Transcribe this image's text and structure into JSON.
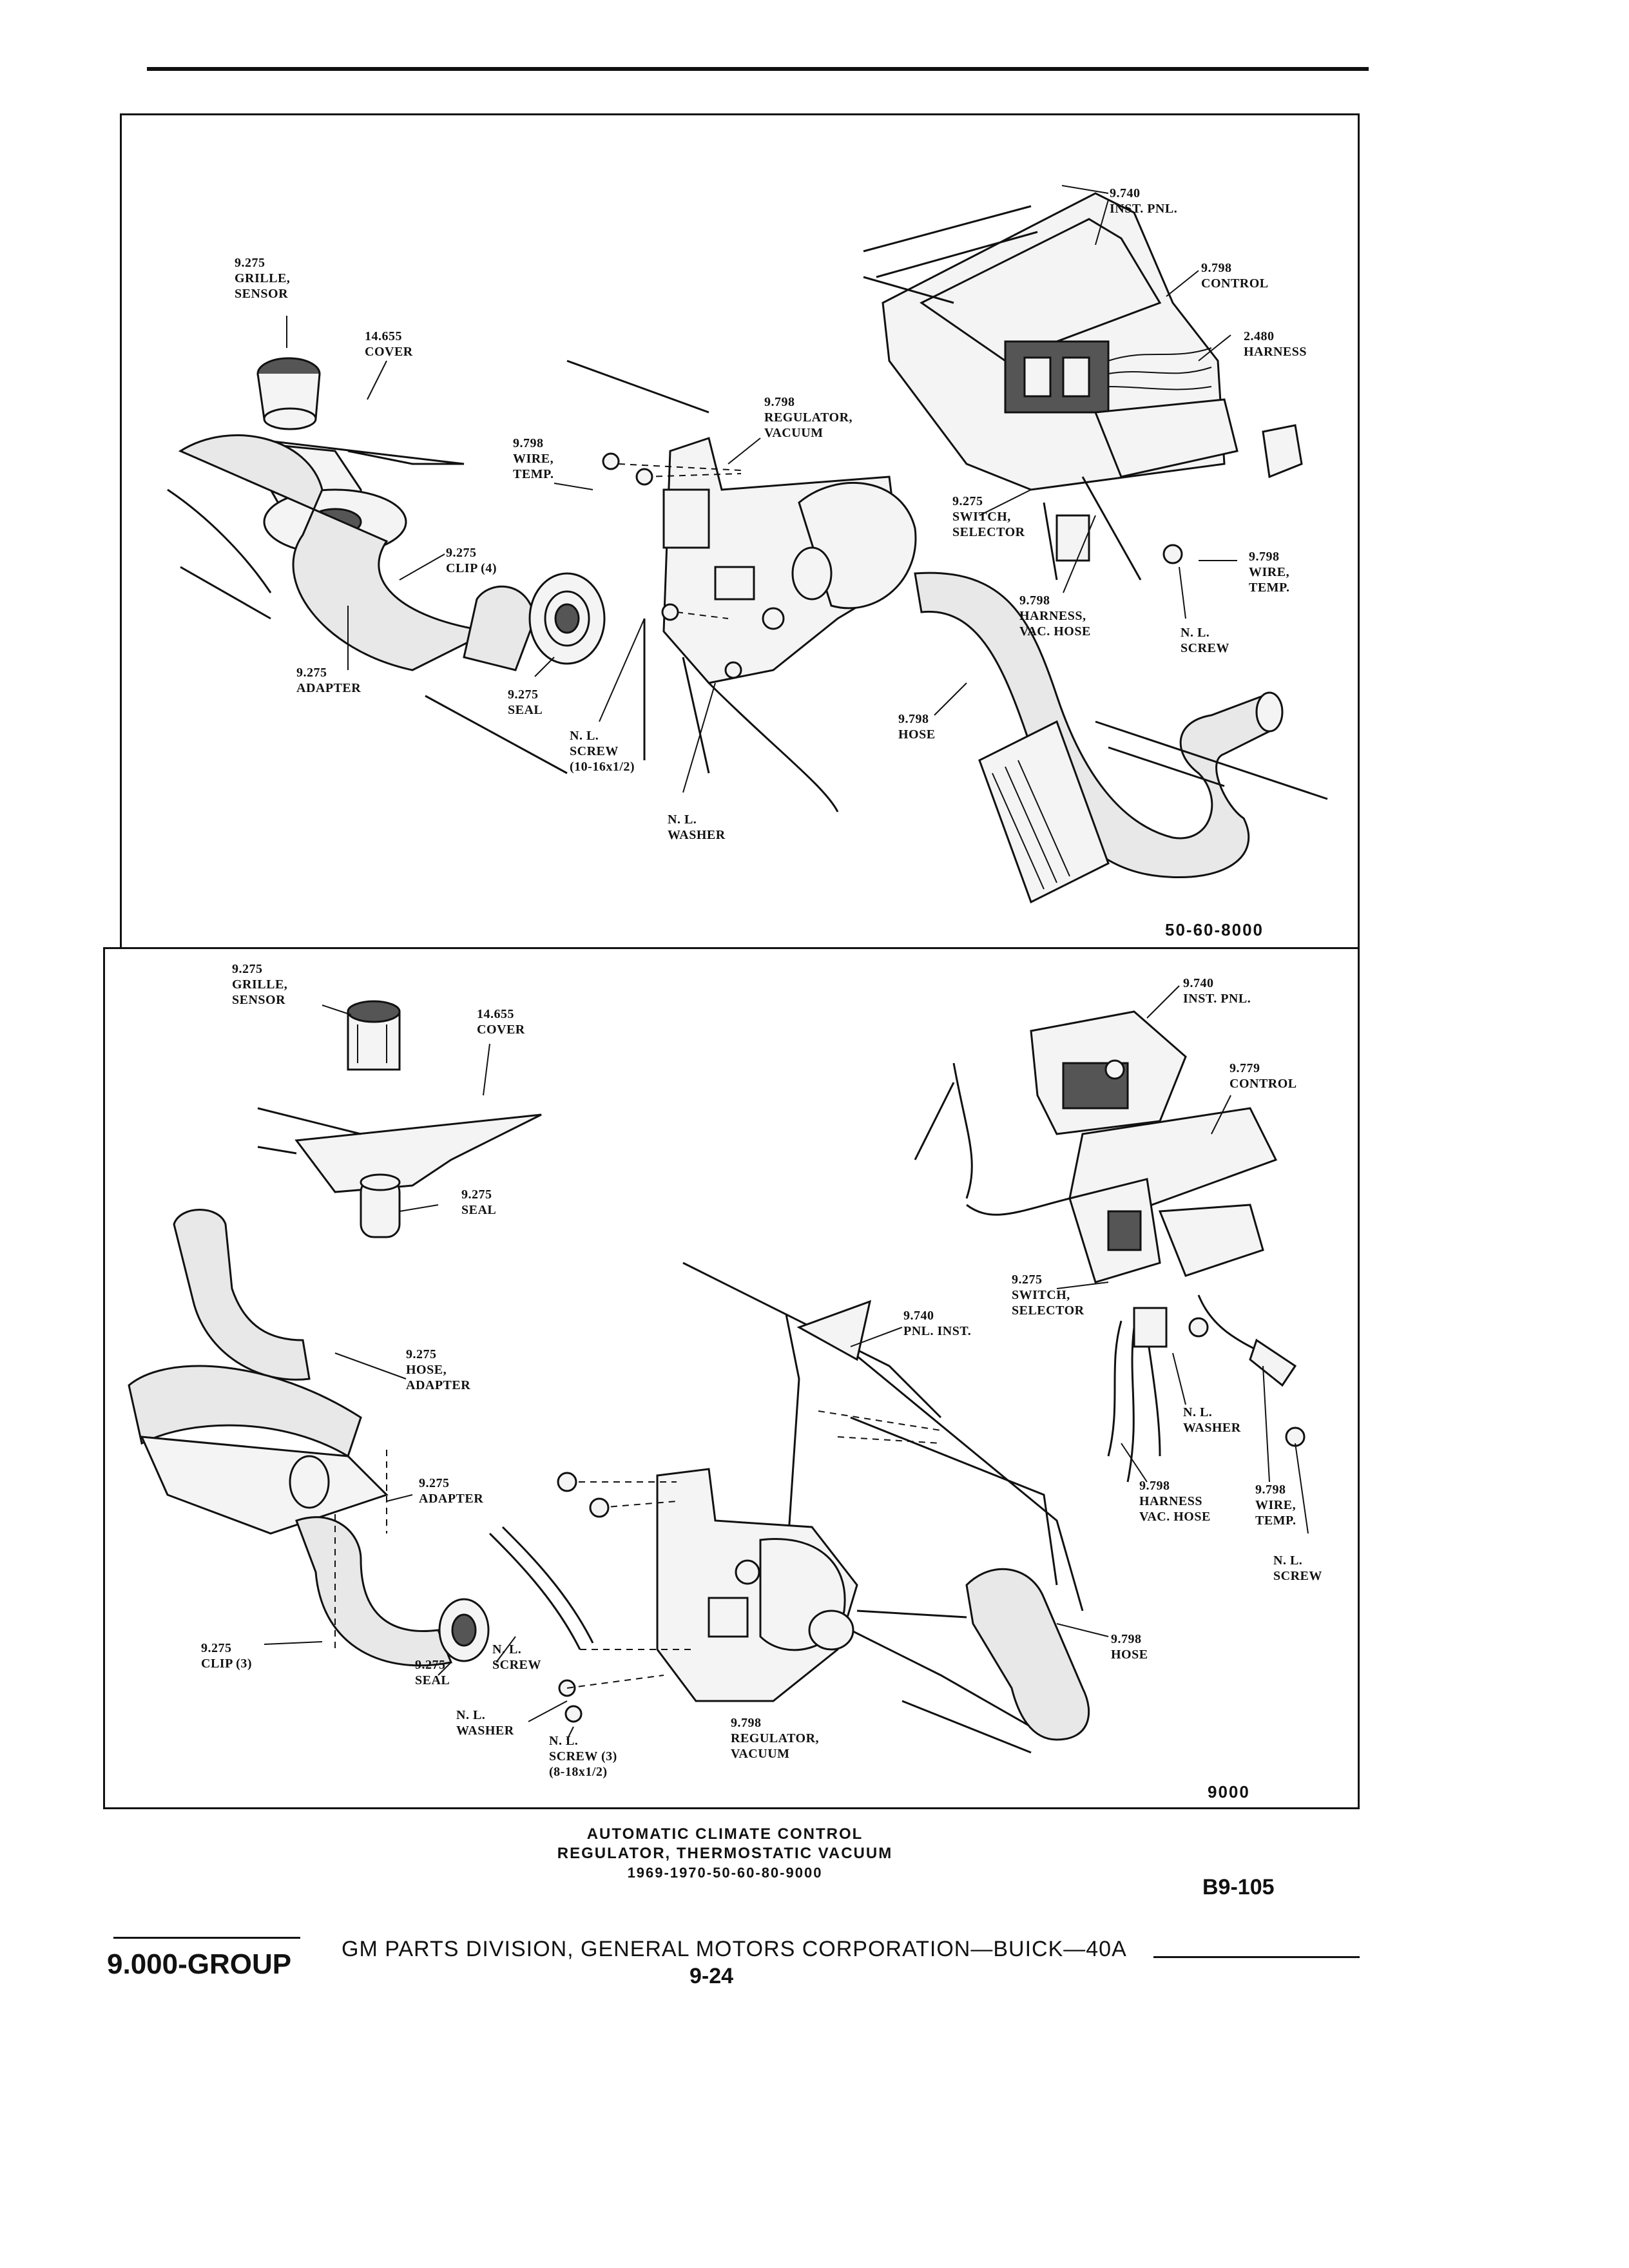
{
  "document": {
    "plate_number": "B9-105",
    "caption": [
      "AUTOMATIC CLIMATE CONTROL",
      "REGULATOR, THERMOSTATIC VACUUM",
      "1969-1970-50-60-80-9000"
    ],
    "footer": {
      "group": "9.000-GROUP",
      "publisher": "GM PARTS DIVISION, GENERAL MOTORS CORPORATION—BUICK—40A",
      "page": "9-24"
    }
  },
  "top_panel": {
    "reference": "50-60-8000",
    "callouts": [
      {
        "id": "inst-pnl",
        "text": "9.740\nINST. PNL."
      },
      {
        "id": "control",
        "text": "9.798\nCONTROL"
      },
      {
        "id": "harness",
        "text": "2.480\nHARNESS"
      },
      {
        "id": "grille-sensor",
        "text": "9.275\nGRILLE,\nSENSOR"
      },
      {
        "id": "cover",
        "text": "14.655\nCOVER"
      },
      {
        "id": "regulator-vacuum",
        "text": "9.798\nREGULATOR,\nVACUUM"
      },
      {
        "id": "wire-temp",
        "text": "9.798\nWIRE,\nTEMP."
      },
      {
        "id": "switch-selector",
        "text": "9.275\nSWITCH,\nSELECTOR"
      },
      {
        "id": "clip",
        "text": "9.275\nCLIP (4)"
      },
      {
        "id": "wire-temp-2",
        "text": "9.798\nWIRE,\nTEMP."
      },
      {
        "id": "harness-vac-hose",
        "text": "9.798\nHARNESS,\nVAC. HOSE"
      },
      {
        "id": "nl-screw",
        "text": "N. L.\nSCREW"
      },
      {
        "id": "adapter",
        "text": "9.275\nADAPTER"
      },
      {
        "id": "seal",
        "text": "9.275\nSEAL"
      },
      {
        "id": "nl-screw-10",
        "text": "N. L.\nSCREW\n(10-16x1/2)"
      },
      {
        "id": "hose",
        "text": "9.798\nHOSE"
      },
      {
        "id": "nl-washer",
        "text": "N. L.\nWASHER"
      }
    ]
  },
  "bottom_panel": {
    "reference": "9000",
    "callouts": [
      {
        "id": "grille-sensor",
        "text": "9.275\nGRILLE,\nSENSOR"
      },
      {
        "id": "cover",
        "text": "14.655\nCOVER"
      },
      {
        "id": "inst-pnl",
        "text": "9.740\nINST. PNL."
      },
      {
        "id": "control",
        "text": "9.779\nCONTROL"
      },
      {
        "id": "seal",
        "text": "9.275\nSEAL"
      },
      {
        "id": "switch-selector",
        "text": "9.275\nSWITCH,\nSELECTOR"
      },
      {
        "id": "pnl-inst",
        "text": "9.740\nPNL. INST."
      },
      {
        "id": "hose-adapter",
        "text": "9.275\nHOSE,\nADAPTER"
      },
      {
        "id": "nl-washer",
        "text": "N. L.\nWASHER"
      },
      {
        "id": "adapter",
        "text": "9.275\nADAPTER"
      },
      {
        "id": "harness-vac-hose",
        "text": "9.798\nHARNESS\nVAC. HOSE"
      },
      {
        "id": "wire-temp",
        "text": "9.798\nWIRE,\nTEMP."
      },
      {
        "id": "nl-screw",
        "text": "N. L.\nSCREW"
      },
      {
        "id": "hose",
        "text": "9.798\nHOSE"
      },
      {
        "id": "clip",
        "text": "9.275\nCLIP (3)"
      },
      {
        "id": "nl-screw-2",
        "text": "N. L.\nSCREW"
      },
      {
        "id": "seal-2",
        "text": "9.275\nSEAL"
      },
      {
        "id": "nl-washer-2",
        "text": "N. L.\nWASHER"
      },
      {
        "id": "regulator-vacuum",
        "text": "9.798\nREGULATOR,\nVACUUM"
      },
      {
        "id": "nl-screw-8",
        "text": "N. L.\nSCREW (3)\n(8-18x1/2)"
      }
    ]
  }
}
